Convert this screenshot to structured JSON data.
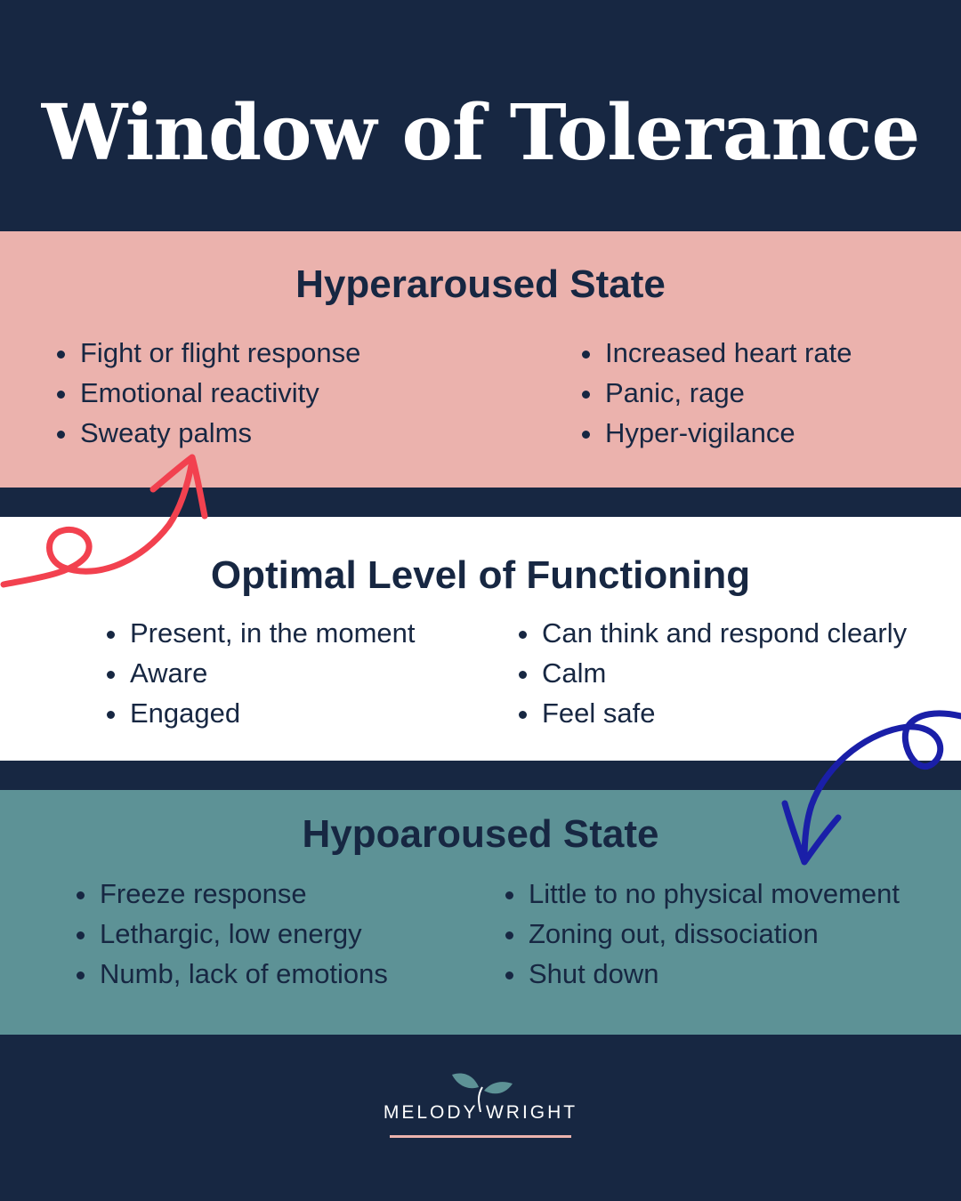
{
  "title": "Window of Tolerance",
  "colors": {
    "background": "#172742",
    "hyper_band": "#ebb2ad",
    "optimal_band": "#ffffff",
    "hypo_band": "#5d9296",
    "red_arrow": "#f2414f",
    "blue_arrow": "#1a1fa8"
  },
  "hyperaroused": {
    "heading": "Hyperaroused State",
    "left_items": [
      "Fight or flight response",
      "Emotional reactivity",
      "Sweaty palms"
    ],
    "right_items": [
      "Increased heart rate",
      "Panic, rage",
      "Hyper-vigilance"
    ]
  },
  "optimal": {
    "heading": "Optimal Level of Functioning",
    "left_items": [
      "Present, in the moment",
      "Aware",
      "Engaged"
    ],
    "right_items": [
      "Can think and respond clearly",
      "Calm",
      "Feel safe"
    ]
  },
  "hypoaroused": {
    "heading": "Hypoaroused State",
    "left_items": [
      "Freeze response",
      "Lethargic, low energy",
      "Numb, lack of emotions"
    ],
    "right_items": [
      "Little to no physical movement",
      "Zoning out, dissociation",
      "Shut down"
    ]
  },
  "logo": {
    "text": "MELODY WRIGHT",
    "icon": "leaf-sprout-icon"
  },
  "arrows": [
    {
      "name": "red-curly-arrow-up",
      "icon": "curly-arrow-up-icon"
    },
    {
      "name": "blue-curly-arrow-down",
      "icon": "curly-arrow-down-icon"
    }
  ]
}
